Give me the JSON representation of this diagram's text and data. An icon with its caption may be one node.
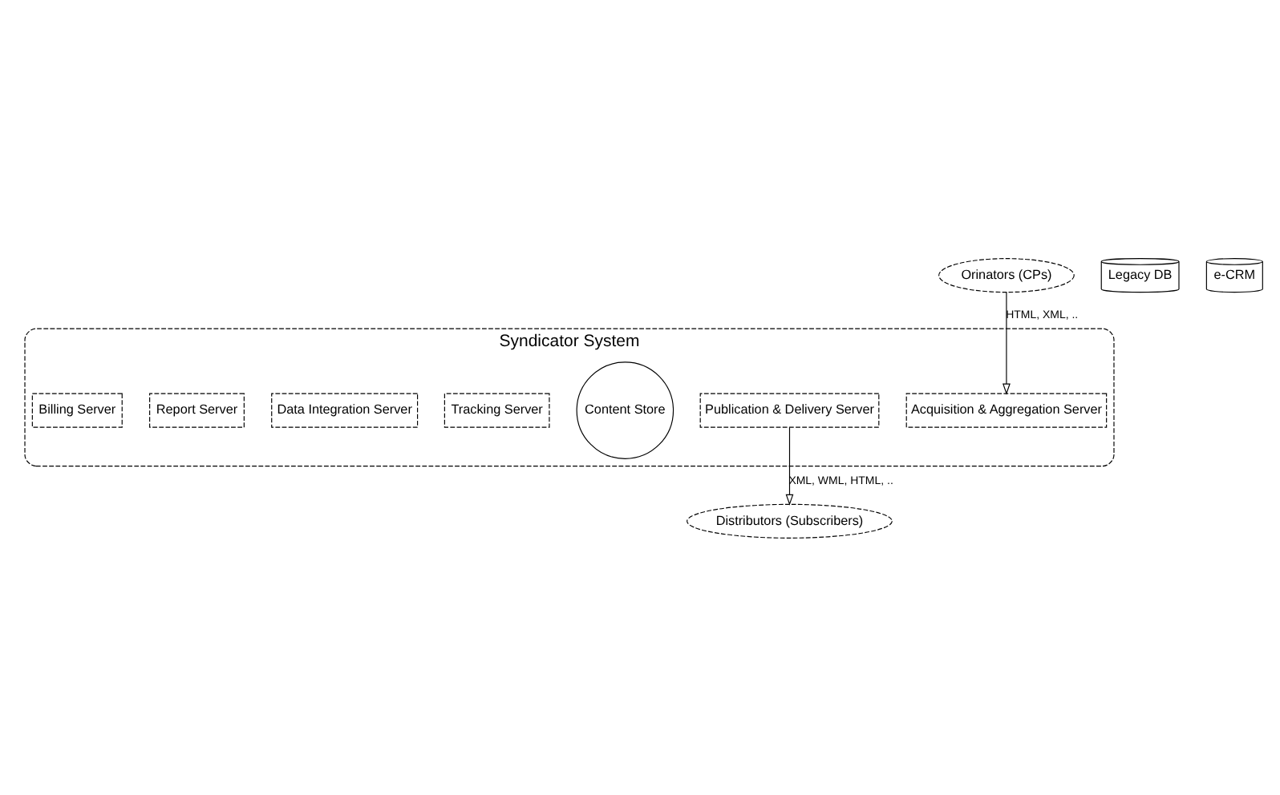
{
  "diagram": {
    "nodes": [
      {
        "text": [
          "Orinators (CPs)"
        ]
      },
      {
        "text": [
          "Distributors (Subscribers)"
        ]
      },
      {
        "text": [
          "Syndicator System"
        ]
      },
      {
        "text": [
          "Acquisition & Aggregation Server"
        ],
        "in": 2
      },
      {
        "text": [
          "Publication & Delivery Server"
        ],
        "in": 2
      },
      {
        "text": [
          "Content Store"
        ],
        "in": 2
      },
      {
        "text": [
          "Tracking Server"
        ],
        "in": 2
      },
      {
        "text": [
          "Data Integration Server"
        ],
        "in": 2
      },
      {
        "text": [
          "Report Server"
        ],
        "in": 2
      },
      {
        "text": [
          "Billing Server"
        ],
        "in": 2
      },
      {
        "text": [
          "Legacy DB"
        ]
      },
      {
        "text": [
          "e-CRM"
        ]
      }
    ],
    "edges": [
      {
        "from": 0,
        "to": 3,
        "arrow": "to",
        "label": "HTML, XML, .."
      },
      {
        "from": 4,
        "to": 1,
        "arrow": "to",
        "label": "XML, WML, HTML, .."
      }
    ]
  }
}
